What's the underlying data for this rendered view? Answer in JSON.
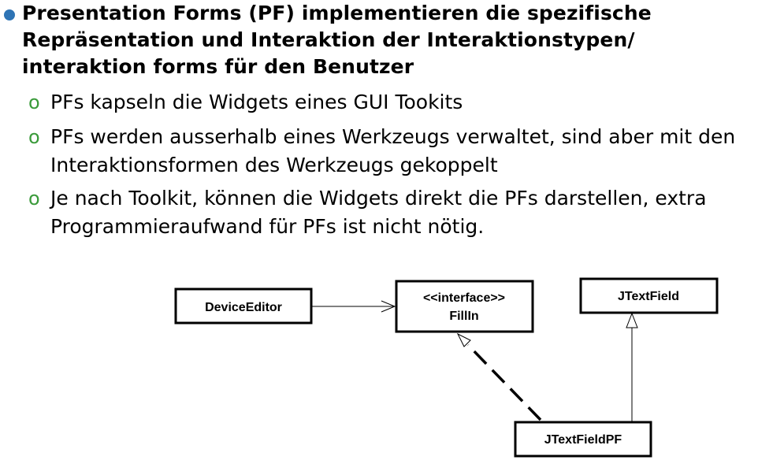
{
  "heading": "Presentation Forms (PF) implementieren die spezifische Repräsentation und Interaktion der Interaktionstypen/ interaktion forms für den Benutzer",
  "bullets": [
    {
      "marker": "o",
      "text": "PFs kapseln die Widgets eines GUI Tookits"
    },
    {
      "marker": "o",
      "text": "PFs werden ausserhalb eines Werkzeugs verwaltet, sind aber mit den Interaktionsformen des Werkzeugs gekoppelt"
    },
    {
      "marker": "o",
      "text": "Je nach Toolkit, können die Widgets direkt die PFs darstellen, extra Programmieraufwand für PFs ist nicht nötig."
    }
  ],
  "diagram": {
    "device_editor": "DeviceEditor",
    "fillin_stereotype": "<<interface>>",
    "fillin_name": "FillIn",
    "jtextfield": "JTextField",
    "jtextfieldpf": "JTextFieldPF"
  },
  "colors": {
    "main_bullet": "#2e74b5",
    "sub_marker": "#3a9a3a"
  }
}
